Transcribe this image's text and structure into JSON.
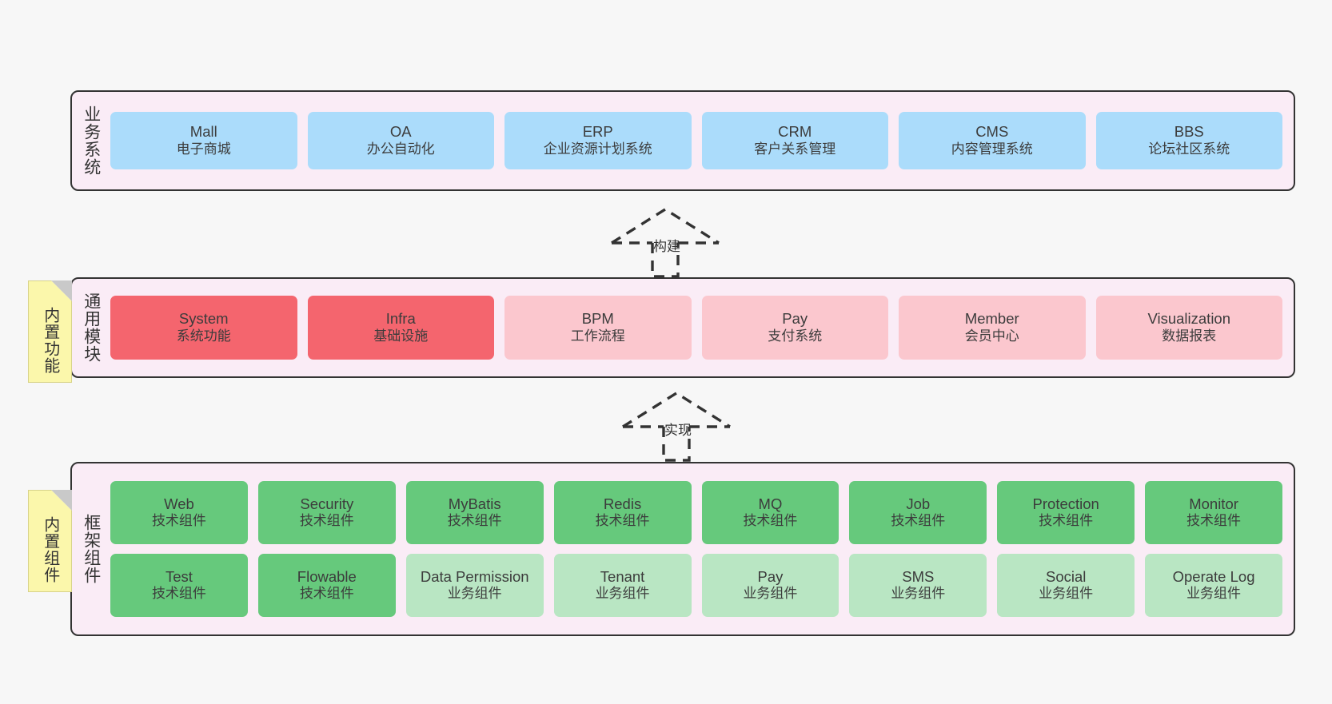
{
  "diagram": {
    "title_layers": [
      "业务系统",
      "通用模块",
      "框架组件"
    ],
    "layers": [
      {
        "id": "business-system",
        "label": "业务系统",
        "rows": [
          [
            {
              "en": "Mall",
              "cn": "电子商城",
              "style": "c-blue"
            },
            {
              "en": "OA",
              "cn": "办公自动化",
              "style": "c-blue"
            },
            {
              "en": "ERP",
              "cn": "企业资源计划系统",
              "style": "c-blue"
            },
            {
              "en": "CRM",
              "cn": "客户关系管理",
              "style": "c-blue"
            },
            {
              "en": "CMS",
              "cn": "内容管理系统",
              "style": "c-blue"
            },
            {
              "en": "BBS",
              "cn": "论坛社区系统",
              "style": "c-blue"
            }
          ]
        ]
      },
      {
        "id": "common-module",
        "label": "通用模块",
        "rows": [
          [
            {
              "en": "System",
              "cn": "系统功能",
              "style": "c-red"
            },
            {
              "en": "Infra",
              "cn": "基础设施",
              "style": "c-red"
            },
            {
              "en": "BPM",
              "cn": "工作流程",
              "style": "c-pink"
            },
            {
              "en": "Pay",
              "cn": "支付系统",
              "style": "c-pink"
            },
            {
              "en": "Member",
              "cn": "会员中心",
              "style": "c-pink"
            },
            {
              "en": "Visualization",
              "cn": "数据报表",
              "style": "c-pink"
            }
          ]
        ]
      },
      {
        "id": "framework-component",
        "label": "框架组件",
        "rows": [
          [
            {
              "en": "Web",
              "cn": "技术组件",
              "style": "c-green"
            },
            {
              "en": "Security",
              "cn": "技术组件",
              "style": "c-green"
            },
            {
              "en": "MyBatis",
              "cn": "技术组件",
              "style": "c-green"
            },
            {
              "en": "Redis",
              "cn": "技术组件",
              "style": "c-green"
            },
            {
              "en": "MQ",
              "cn": "技术组件",
              "style": "c-green"
            },
            {
              "en": "Job",
              "cn": "技术组件",
              "style": "c-green"
            },
            {
              "en": "Protection",
              "cn": "技术组件",
              "style": "c-green"
            },
            {
              "en": "Monitor",
              "cn": "技术组件",
              "style": "c-green"
            }
          ],
          [
            {
              "en": "Test",
              "cn": "技术组件",
              "style": "c-green"
            },
            {
              "en": "Flowable",
              "cn": "技术组件",
              "style": "c-green"
            },
            {
              "en": "Data Permission",
              "cn": "业务组件",
              "style": "c-greenlight"
            },
            {
              "en": "Tenant",
              "cn": "业务组件",
              "style": "c-greenlight"
            },
            {
              "en": "Pay",
              "cn": "业务组件",
              "style": "c-greenlight"
            },
            {
              "en": "SMS",
              "cn": "业务组件",
              "style": "c-greenlight"
            },
            {
              "en": "Social",
              "cn": "业务组件",
              "style": "c-greenlight"
            },
            {
              "en": "Operate Log",
              "cn": "业务组件",
              "style": "c-greenlight"
            }
          ]
        ]
      }
    ],
    "sticky_notes": [
      {
        "id": "builtin-feature",
        "label": "内置功能"
      },
      {
        "id": "builtin-component",
        "label": "内置组件"
      }
    ],
    "arrows": [
      {
        "id": "build",
        "label": "构建"
      },
      {
        "id": "implement",
        "label": "实现"
      }
    ],
    "colors": {
      "canvas_bg": "#f7f7f7",
      "layer_bg": "#faecf6",
      "layer_border": "#333333",
      "blue": "#abdcfb",
      "red": "#f4656e",
      "pink": "#fbc7ce",
      "green": "#66c97c",
      "green_light": "#b9e6c3",
      "sticky_yellow": "#fbf7ab",
      "sticky_fold": "#c9c9c9",
      "arrow": "#333333"
    }
  }
}
